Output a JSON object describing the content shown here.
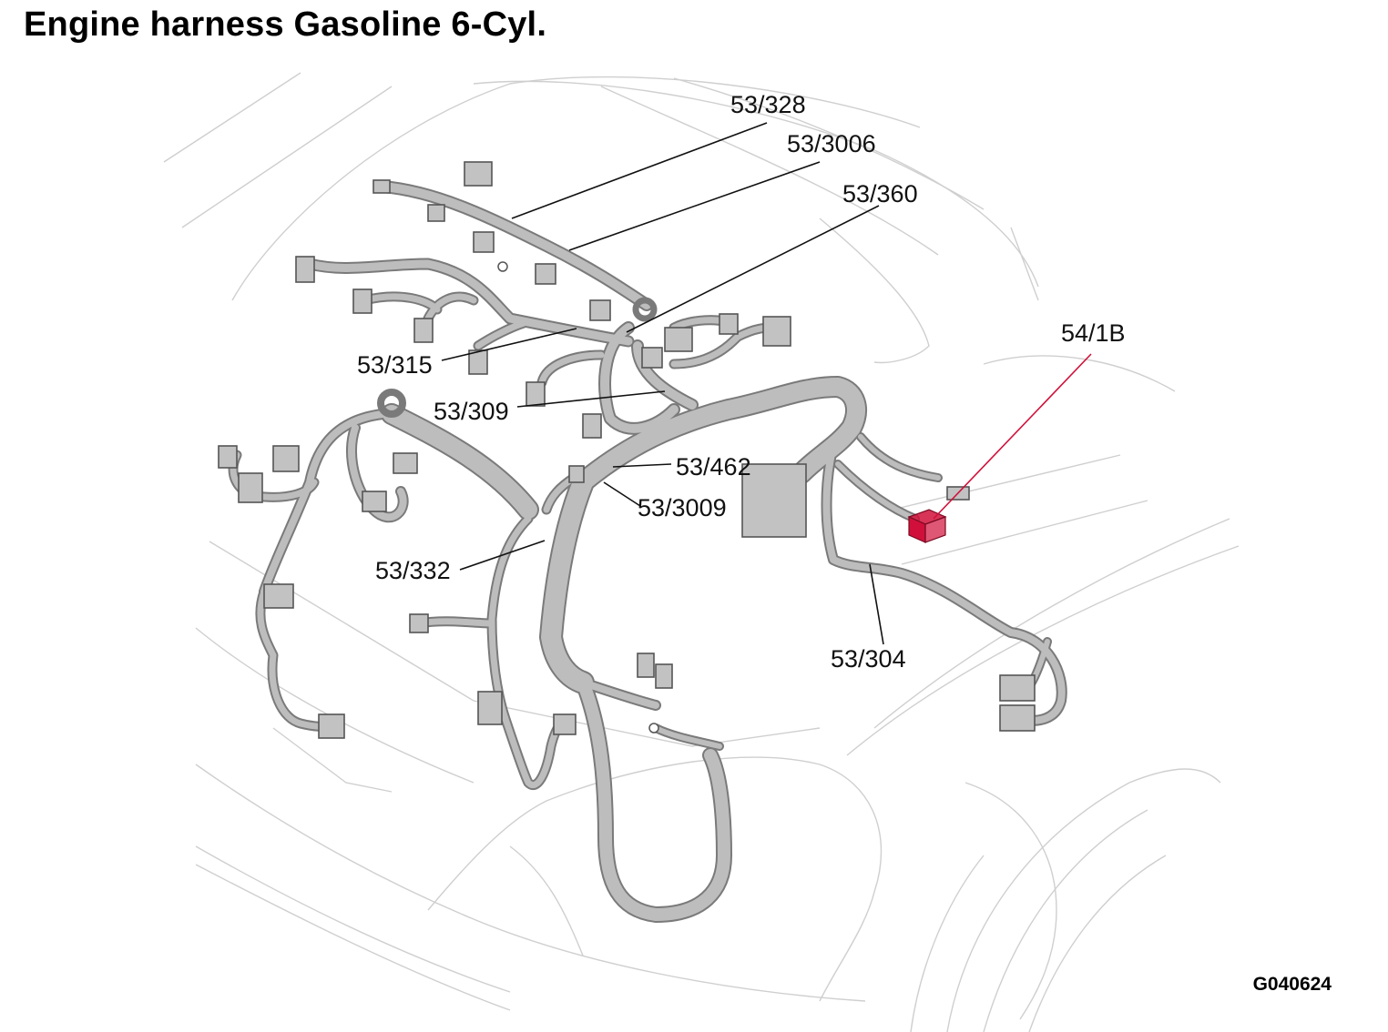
{
  "title": "Engine harness Gasoline 6-Cyl.",
  "figure_code": "G040624",
  "highlight_color": "#d0103a",
  "callouts": [
    {
      "id": "c-53-328",
      "label": "53/328"
    },
    {
      "id": "c-53-3006",
      "label": "53/3006"
    },
    {
      "id": "c-53-360",
      "label": "53/360"
    },
    {
      "id": "c-54-1b",
      "label": "54/1B"
    },
    {
      "id": "c-53-315",
      "label": "53/315"
    },
    {
      "id": "c-53-309",
      "label": "53/309"
    },
    {
      "id": "c-53-462",
      "label": "53/462"
    },
    {
      "id": "c-53-3009",
      "label": "53/3009"
    },
    {
      "id": "c-53-332",
      "label": "53/332"
    },
    {
      "id": "c-53-304",
      "label": "53/304"
    }
  ]
}
